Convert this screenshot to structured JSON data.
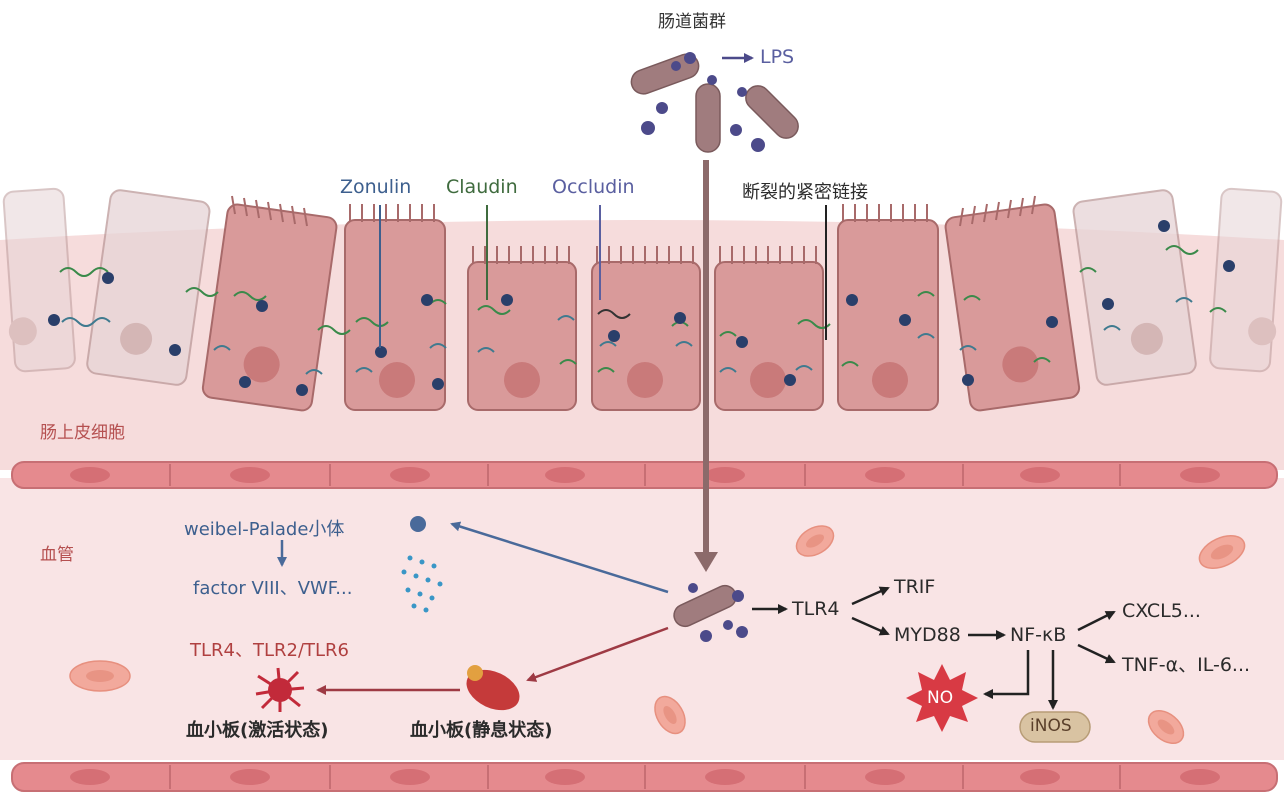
{
  "labels": {
    "gut_bacteria": "肠道菌群",
    "lps": "LPS",
    "zonulin": "Zonulin",
    "claudin": "Claudin",
    "occludin": "Occludin",
    "broken_tj": "断裂的紧密链接",
    "epithelial_cells": "肠上皮细胞",
    "blood_vessel": "血管",
    "weibel_palade": "weibel-Palade小体",
    "factor": "factor VIII、VWF...",
    "platelet_receptors": "TLR4、TLR2/TLR6",
    "platelet_active": "血小板(激活状态)",
    "platelet_resting": "血小板(静息状态)",
    "tlr4": "TLR4",
    "trif": "TRIF",
    "myd88": "MYD88",
    "nfkb": "NF-κB",
    "cxcl5": "CXCL5...",
    "tnf": "TNF-α、IL-6...",
    "no": "NO",
    "inos": "iNOS"
  },
  "colors": {
    "cell_fill": "#d99a9a",
    "cell_light": "#e6d4d6",
    "tissue": "#f6dcdc",
    "vessel": "#f9e4e5",
    "bacteria": "#a07c7e",
    "lps_dot": "#4c4a8a",
    "blue_arrow": "#4a6a9a",
    "red_arrow": "#9e3a44",
    "dark_arrow": "#222222",
    "tan_arrow": "#8c6a6a"
  }
}
